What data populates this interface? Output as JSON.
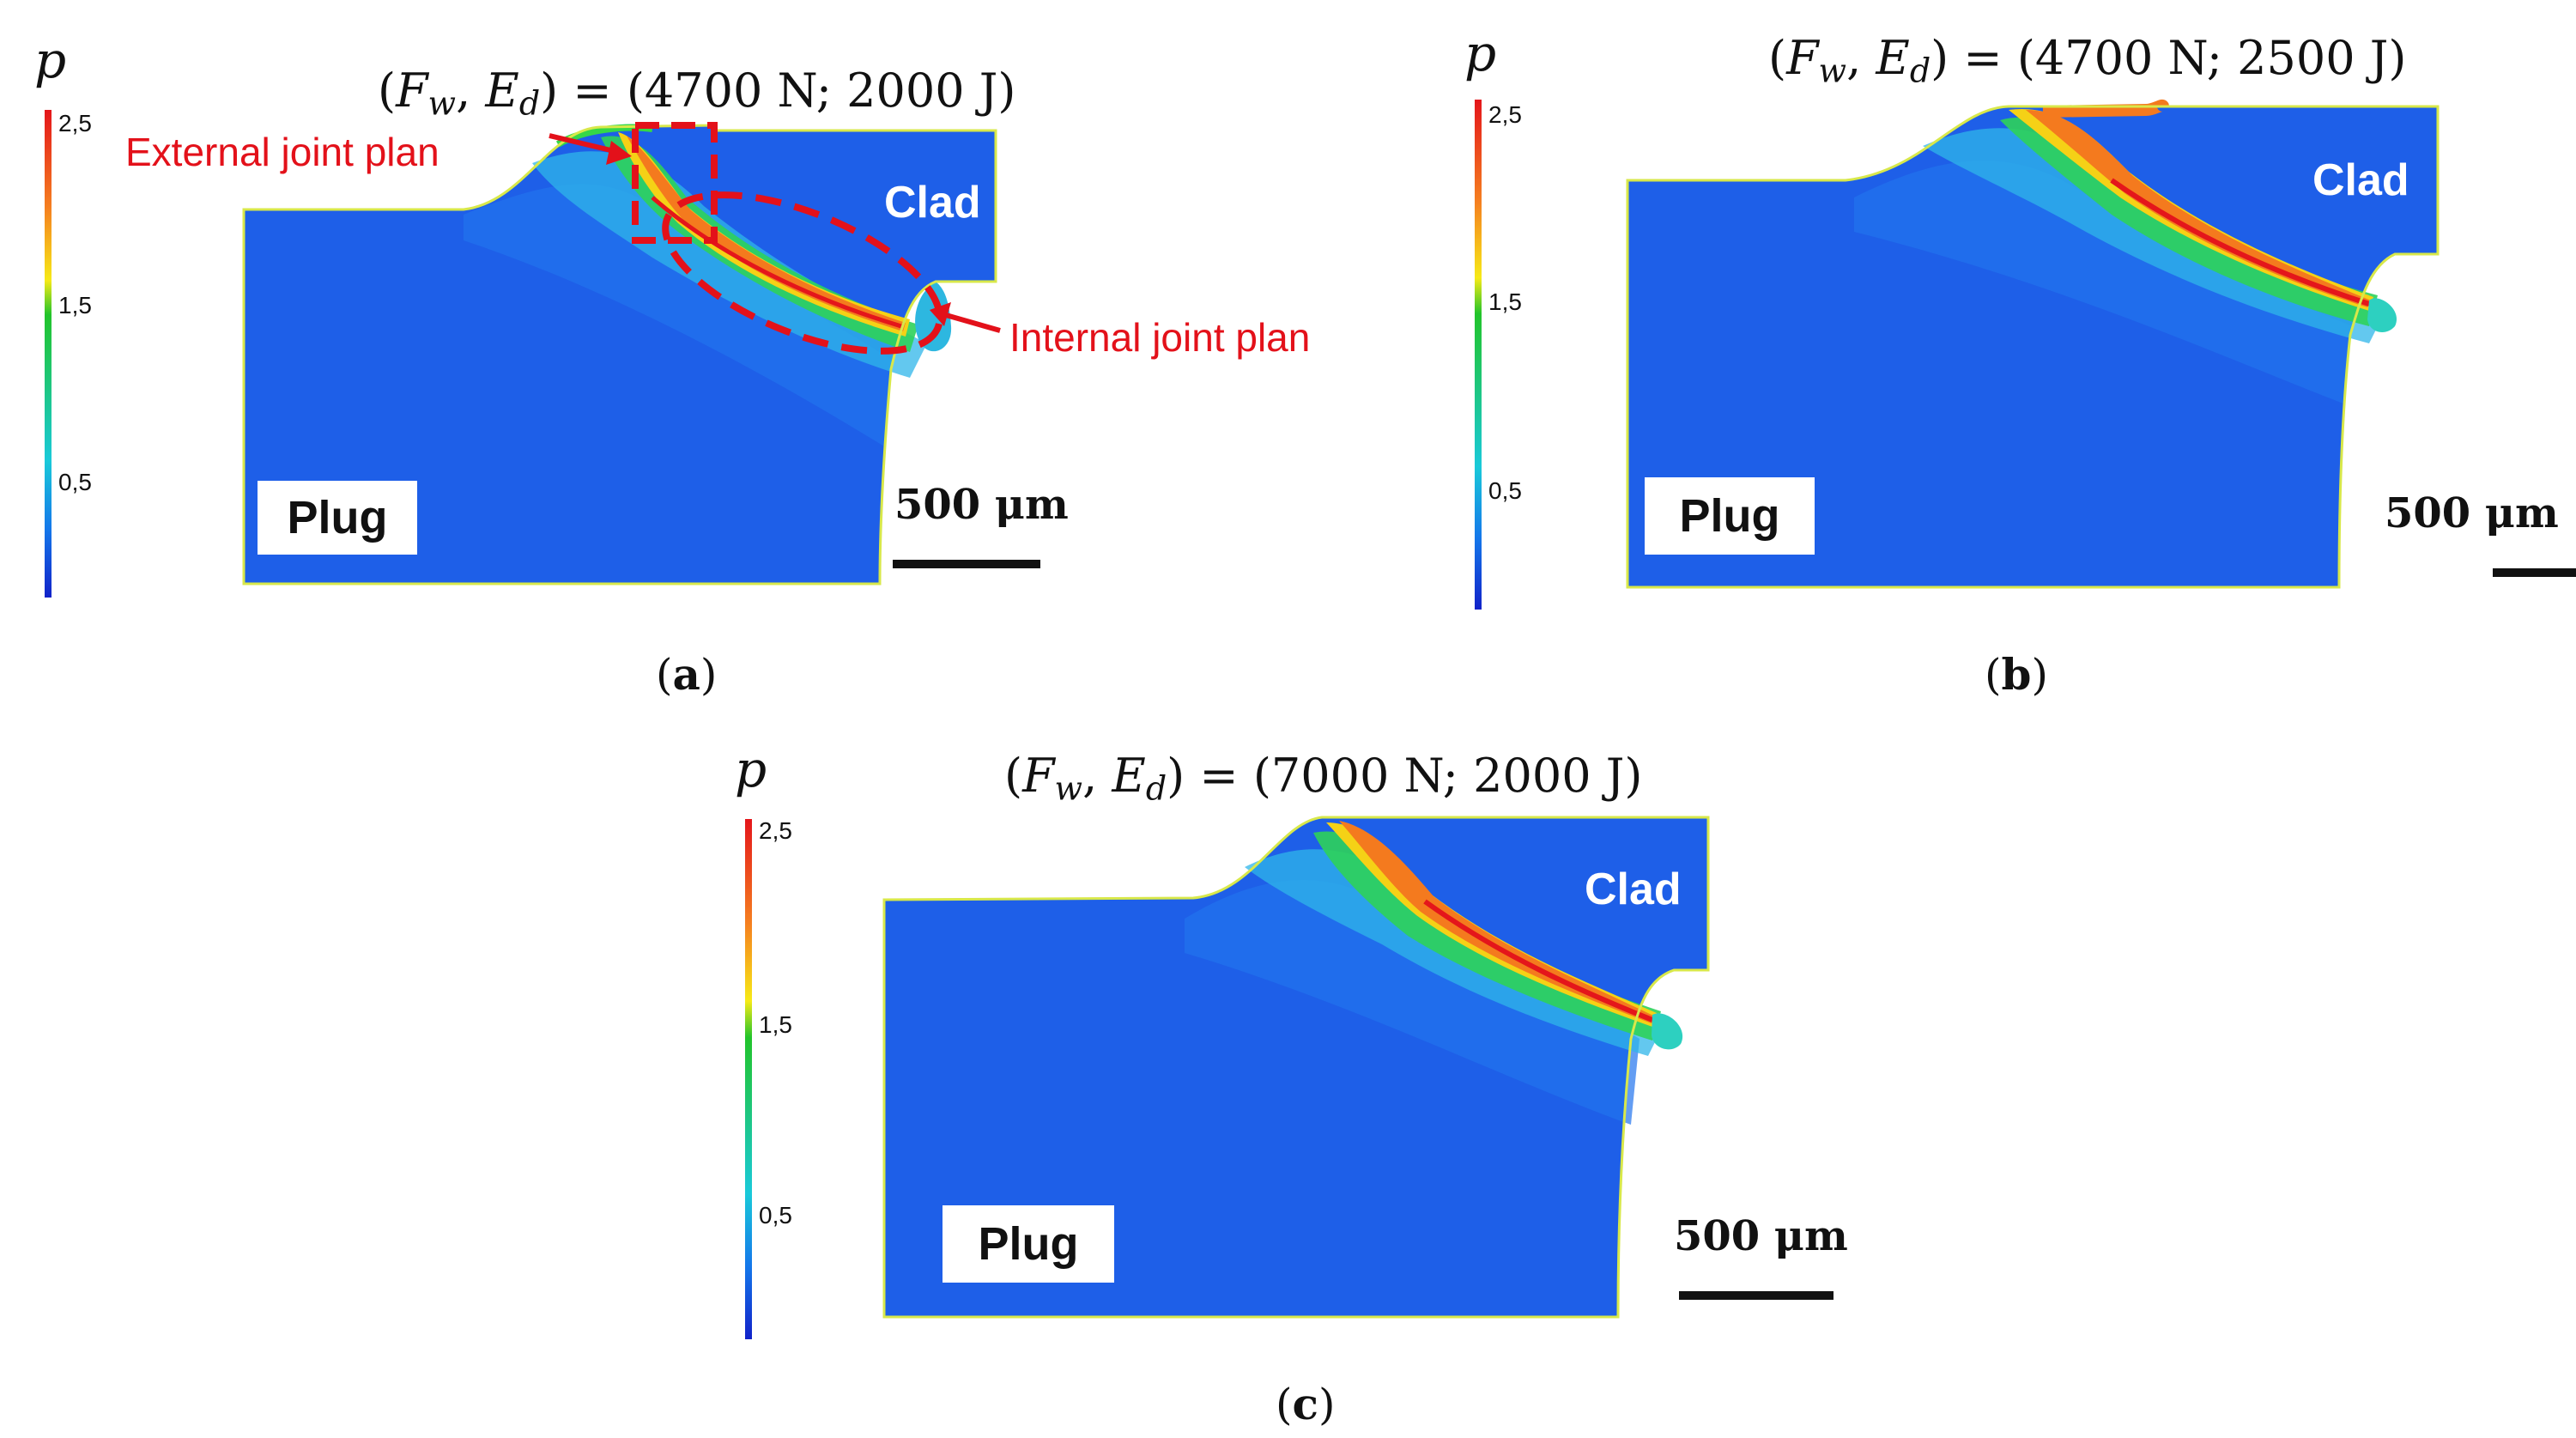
{
  "colorbar": {
    "title": "p",
    "ticks": [
      "2,5",
      "1,5",
      "0,5"
    ],
    "colors": [
      "#e4161b",
      "#f57f20",
      "#f6ea17",
      "#22c42a",
      "#19c9d9",
      "#1477ea",
      "#1122c9"
    ]
  },
  "panels": [
    {
      "caption_letter": "a",
      "eq_lhs_1": "F",
      "eq_lhs_1_sub": "w",
      "eq_lhs_2": "E",
      "eq_lhs_2_sub": "d",
      "eq_rhs": "= (4700 N; 2000 J)",
      "clad_label": "Clad",
      "plug_label": "Plug",
      "scale_label": "500 μm",
      "external_annotation": "External joint plan",
      "internal_annotation": "Internal joint plan"
    },
    {
      "caption_letter": "b",
      "eq_lhs_1": "F",
      "eq_lhs_1_sub": "w",
      "eq_lhs_2": "E",
      "eq_lhs_2_sub": "d",
      "eq_rhs": "= (4700 N; 2500 J)",
      "clad_label": "Clad",
      "plug_label": "Plug",
      "scale_label": "500 μm"
    },
    {
      "caption_letter": "c",
      "eq_lhs_1": "F",
      "eq_lhs_1_sub": "w",
      "eq_lhs_2": "E",
      "eq_lhs_2_sub": "d",
      "eq_rhs": "= (7000 N; 2000 J)",
      "clad_label": "Clad",
      "plug_label": "Plug",
      "scale_label": "500 μm"
    }
  ]
}
